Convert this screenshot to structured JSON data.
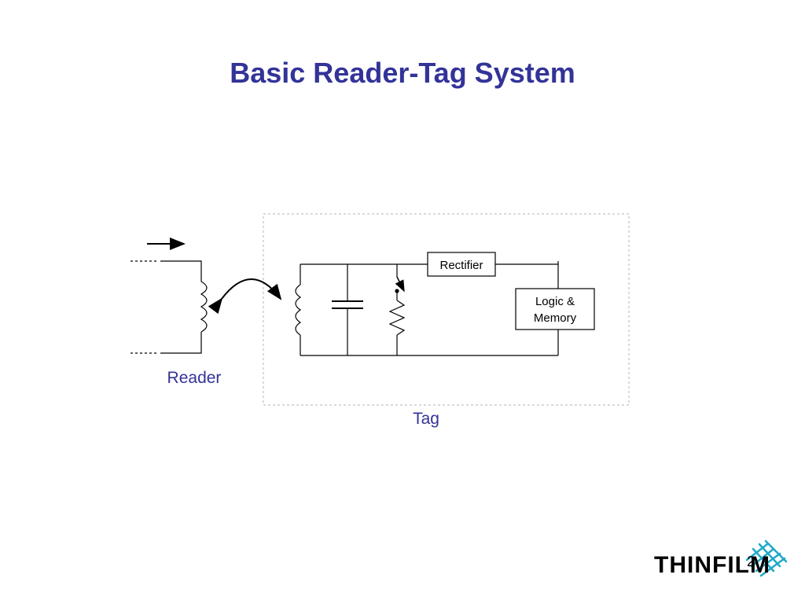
{
  "slide": {
    "title": "Basic Reader-Tag System",
    "page_number": "2"
  },
  "diagram": {
    "rectifier_label": "Rectifier",
    "logic_label_line1": "Logic &",
    "logic_label_line2": "Memory",
    "reader_label": "Reader",
    "tag_label": "Tag"
  },
  "logo": {
    "text": "THINFILM",
    "accent_color": "#1fa8c8"
  },
  "colors": {
    "title": "#333399",
    "label": "#333399",
    "tag_border": "#b4b4b4"
  }
}
